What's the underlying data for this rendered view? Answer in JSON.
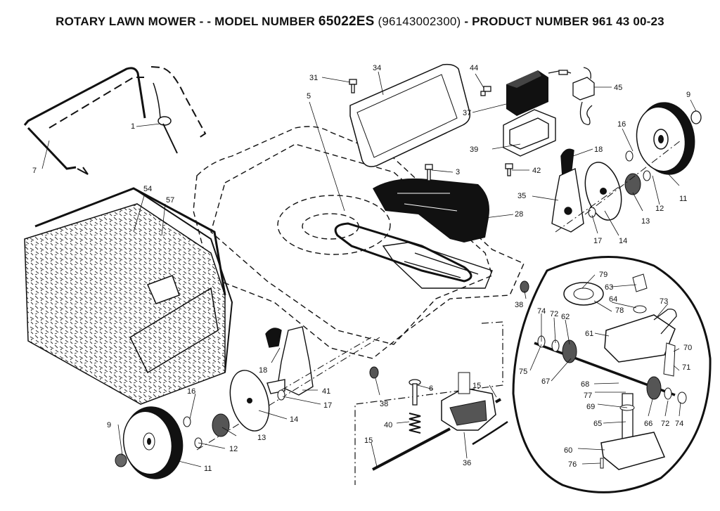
{
  "title": {
    "prefix": "ROTARY LAWN MOWER - - MODEL NUMBER",
    "model": "65022ES",
    "code": "(96143002300)",
    "suffix": "- PRODUCT NUMBER 961 43 00-23"
  },
  "callouts": [
    {
      "id": "c1",
      "text": "1"
    },
    {
      "id": "c7",
      "text": "7"
    },
    {
      "id": "c31",
      "text": "31"
    },
    {
      "id": "c34",
      "text": "34"
    },
    {
      "id": "c44",
      "text": "44"
    },
    {
      "id": "c37",
      "text": "37"
    },
    {
      "id": "c45",
      "text": "45"
    },
    {
      "id": "c9a",
      "text": "9"
    },
    {
      "id": "c5",
      "text": "5"
    },
    {
      "id": "c16a",
      "text": "16"
    },
    {
      "id": "c18a",
      "text": "18"
    },
    {
      "id": "c39",
      "text": "39"
    },
    {
      "id": "c3",
      "text": "3"
    },
    {
      "id": "c42",
      "text": "42"
    },
    {
      "id": "c11a",
      "text": "11"
    },
    {
      "id": "c12a",
      "text": "12"
    },
    {
      "id": "c35",
      "text": "35"
    },
    {
      "id": "c13a",
      "text": "13"
    },
    {
      "id": "c54",
      "text": "54"
    },
    {
      "id": "c57",
      "text": "57"
    },
    {
      "id": "c28",
      "text": "28"
    },
    {
      "id": "c17a",
      "text": "17"
    },
    {
      "id": "c14a",
      "text": "14"
    },
    {
      "id": "c79",
      "text": "79"
    },
    {
      "id": "c63",
      "text": "63"
    },
    {
      "id": "c64",
      "text": "64"
    },
    {
      "id": "c38a",
      "text": "38"
    },
    {
      "id": "c73",
      "text": "73"
    },
    {
      "id": "c78",
      "text": "78"
    },
    {
      "id": "c74a",
      "text": "74"
    },
    {
      "id": "c72a",
      "text": "72"
    },
    {
      "id": "c62",
      "text": "62"
    },
    {
      "id": "c61",
      "text": "61"
    },
    {
      "id": "c70",
      "text": "70"
    },
    {
      "id": "c18b",
      "text": "18"
    },
    {
      "id": "c75",
      "text": "75"
    },
    {
      "id": "c67",
      "text": "67"
    },
    {
      "id": "c71",
      "text": "71"
    },
    {
      "id": "c41",
      "text": "41"
    },
    {
      "id": "c68",
      "text": "68"
    },
    {
      "id": "c6",
      "text": "6"
    },
    {
      "id": "c15a",
      "text": "15"
    },
    {
      "id": "c38b",
      "text": "38"
    },
    {
      "id": "c16b",
      "text": "16"
    },
    {
      "id": "c17b",
      "text": "17"
    },
    {
      "id": "c77",
      "text": "77"
    },
    {
      "id": "c69",
      "text": "69"
    },
    {
      "id": "c14b",
      "text": "14"
    },
    {
      "id": "c40",
      "text": "40"
    },
    {
      "id": "c9b",
      "text": "9"
    },
    {
      "id": "c13b",
      "text": "13"
    },
    {
      "id": "c66",
      "text": "66"
    },
    {
      "id": "c72b",
      "text": "72"
    },
    {
      "id": "c74b",
      "text": "74"
    },
    {
      "id": "c65",
      "text": "65"
    },
    {
      "id": "c15b",
      "text": "15"
    },
    {
      "id": "c12b",
      "text": "12"
    },
    {
      "id": "c60",
      "text": "60"
    },
    {
      "id": "c11b",
      "text": "11"
    },
    {
      "id": "c36",
      "text": "36"
    },
    {
      "id": "c76",
      "text": "76"
    }
  ]
}
